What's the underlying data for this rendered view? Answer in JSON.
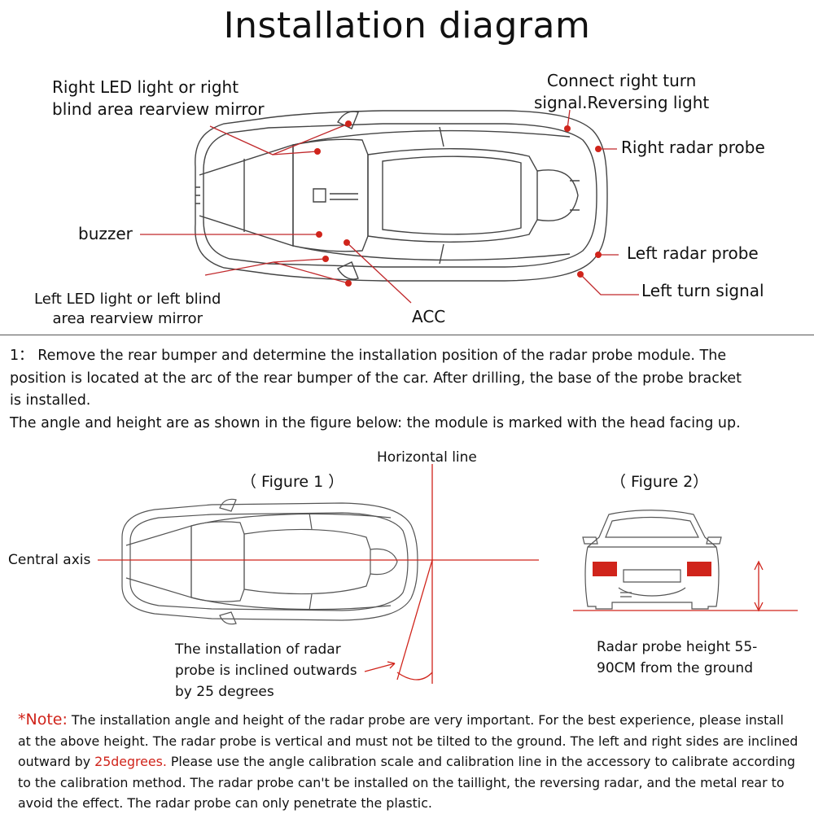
{
  "title": "Installation diagram",
  "top_diagram": {
    "labels": {
      "right_led": [
        "Right LED light or right",
        "blind area rearview mirror"
      ],
      "right_turn": [
        "Connect right turn",
        "signal.Reversing light"
      ],
      "right_radar": "Right radar probe",
      "buzzer": "buzzer",
      "left_radar": "Left radar probe",
      "left_led": [
        "Left LED light or  left blind",
        "area rearview mirror"
      ],
      "acc": "ACC",
      "left_turn": "Left turn signal"
    },
    "colors": {
      "leader": "#c0282b",
      "dot": "#d0241b",
      "car_line": "#444444"
    }
  },
  "step1": {
    "lines": [
      "1： Remove the rear bumper and determine the installation position of the radar probe module. The",
      "position is located at the arc of the rear bumper of the car. After drilling, the base of the probe bracket",
      "is installed.",
      "The angle and height are as shown in the figure below: the module is marked with the head facing up."
    ]
  },
  "figure1": {
    "caption": "（ Figure 1 ）",
    "horizontal_line": "Horizontal line",
    "central_axis": "Central axis",
    "incline_text": [
      "The installation of radar",
      "probe is inclined outwards",
      "by 25 degrees"
    ]
  },
  "figure2": {
    "caption": "（ Figure 2）",
    "height_text": [
      "Radar probe height 55-",
      "90CM from the ground"
    ]
  },
  "note": {
    "prefix": "*Note:",
    "text_1": " The installation angle and height of the radar probe are very important. For the best experience, please install at the above height. The radar probe is vertical and must not be tilted to the ground. The left and right sides are inclined outward by ",
    "highlight": "25degrees.",
    "text_2": " Please use the angle calibration scale and calibration line in the accessory to calibrate according to the calibration method. The radar probe can't be installed on the taillight, the reversing radar, and the metal rear to avoid the effect. The radar probe can only penetrate the plastic."
  }
}
